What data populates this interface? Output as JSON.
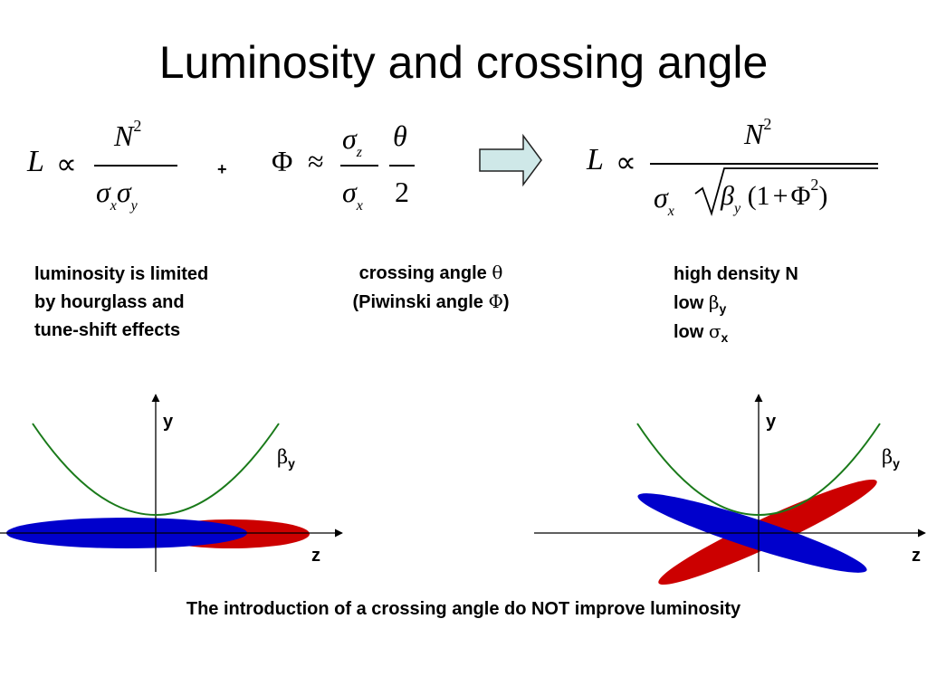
{
  "slide": {
    "title": "Luminosity and crossing angle"
  },
  "formulas": {
    "left": {
      "lhs": "L",
      "prop": "∝",
      "num": "N",
      "num_exp": "2",
      "den_sym1": "σ",
      "den_sub1": "x",
      "den_sym2": "σ",
      "den_sub2": "y"
    },
    "plus": "+",
    "middle": {
      "lhs": "Φ",
      "approx": "≈",
      "num_sym": "σ",
      "num_sub": "z",
      "den_sym": "σ",
      "den_sub": "x",
      "theta": "θ",
      "two": "2"
    },
    "right": {
      "lhs": "L",
      "prop": "∝",
      "num": "N",
      "num_exp": "2",
      "den_sigma": "σ",
      "den_sigma_sub": "x",
      "den_beta": "β",
      "den_beta_sub": "y",
      "den_paren": "(1",
      "den_plus": "+",
      "den_phi": "Φ",
      "den_phi_exp": "2",
      "den_close": ")"
    }
  },
  "captions": {
    "left": [
      "luminosity is limited",
      "by hourglass and",
      "tune-shift effects"
    ],
    "middle": {
      "line1_text": "crossing angle ",
      "line1_sym": "θ",
      "line2_text": "(Piwinski angle ",
      "line2_sym": "Φ",
      "line2_end": ")"
    },
    "right": {
      "line1": "high density N",
      "line2_text": "low ",
      "line2_sym": "β",
      "line2_sub": "y",
      "line3_text": "low ",
      "line3_sym": "σ",
      "line3_sub": "x"
    }
  },
  "diagrams": {
    "left": {
      "y_label": "y",
      "z_label": "z",
      "beta_sym": "β",
      "beta_sub": "y"
    },
    "right": {
      "y_label": "y",
      "z_label": "z",
      "beta_sym": "β",
      "beta_sub": "y"
    }
  },
  "bottom_note": "The introduction of a crossing angle do NOT improve luminosity",
  "colors": {
    "blue_beam": "#0000cc",
    "red_beam": "#cc0000",
    "beta_curve": "#1a7a1a",
    "arrow_fill": "#cfe8e8"
  }
}
